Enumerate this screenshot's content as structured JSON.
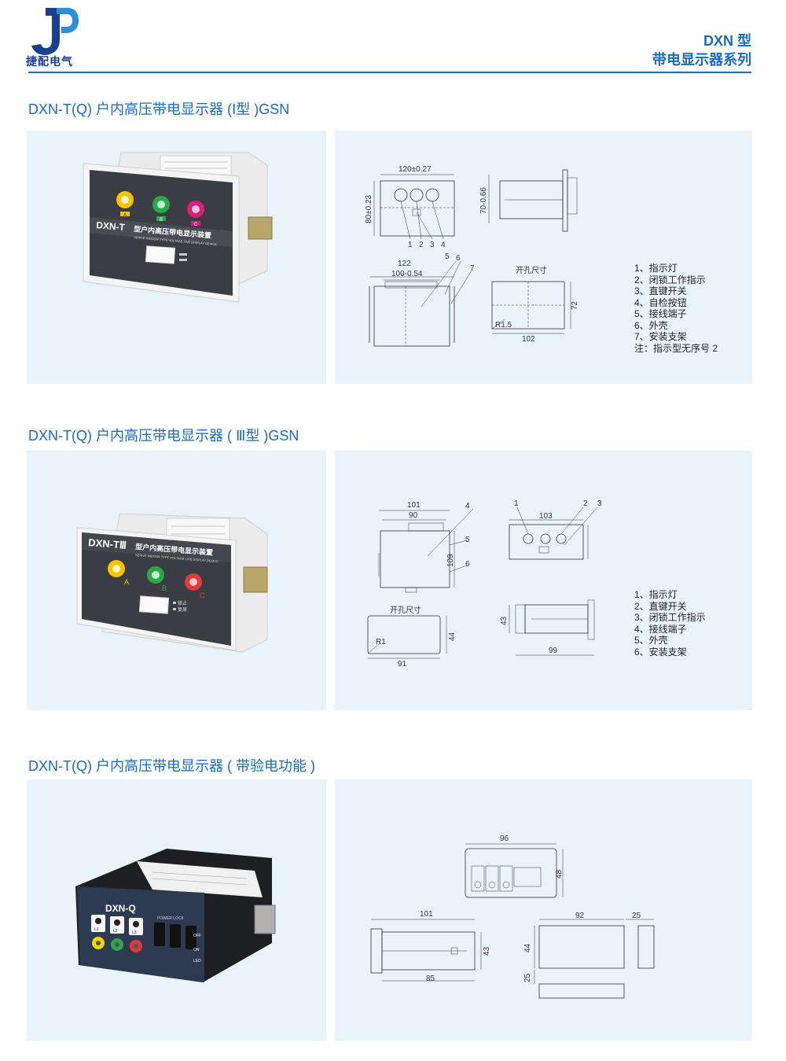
{
  "header": {
    "logo_text": "捷配电气",
    "series_line1": "DXN 型",
    "series_line2": "带电显示器系列"
  },
  "sections": [
    {
      "title": "DXN-T(Q) 户内高压带电显示器 (Ⅰ型 )GSN",
      "device": {
        "model": "DXN-T",
        "name_cn": "型户内高压带电显示装置",
        "name_en": "SERIVE INDOOR TYPE VOLTAGE LIVE DISPLAY DEVICE",
        "lamps": [
          "A",
          "B",
          "C"
        ]
      },
      "drawing": {
        "dims": [
          "120±0.27",
          "80±0.23",
          "70-0.66",
          "122",
          "100-0.54",
          "102",
          "72",
          "R1.5"
        ],
        "cutout_label": "开孔尺寸",
        "callouts": [
          "1",
          "2",
          "3",
          "4",
          "5",
          "6",
          "7"
        ]
      },
      "legend": [
        "1、指示灯",
        "2、闭锁工作指示",
        "3、直键开关",
        "4、自检按钮",
        "5、接线端子",
        "6、外壳",
        "7、安装支架",
        "注：指示型无序号 2"
      ]
    },
    {
      "title": "DXN-T(Q) 户内高压带电显示器 ( Ⅲ型 )GSN",
      "device": {
        "model": "DXN-TⅢ",
        "name_cn": "型户内高压带电显示装置",
        "name_en": "SERIVE INDOOR TYPE VOLTAGE LIVE DISPLAY DEVICE",
        "lamps": [
          "A",
          "B",
          "C"
        ],
        "switch_labels": [
          "锁止",
          "复原"
        ]
      },
      "drawing": {
        "dims": [
          "101",
          "90",
          "109",
          "103",
          "91",
          "44",
          "43",
          "99",
          "R1"
        ],
        "cutout_label": "开孔尺寸",
        "callouts": [
          "1",
          "2",
          "3",
          "4",
          "5",
          "6"
        ]
      },
      "legend": [
        "1、指示灯",
        "2、直键开关",
        "3、闭锁工作指示",
        "4、接线端子",
        "5、外壳",
        "6、安装支架"
      ]
    },
    {
      "title": "DXN-T(Q) 户内高压带电显示器 ( 带验电功能 )",
      "device": {
        "model": "DXN-Q",
        "phases": [
          "L1",
          "L2",
          "L3"
        ],
        "switch_head": "POWER   LOCK",
        "switch_states": [
          "OFF",
          "ON",
          "LED"
        ]
      },
      "drawing": {
        "dims": [
          "96",
          "48",
          "101",
          "43",
          "85",
          "92",
          "25",
          "44",
          "25"
        ]
      }
    }
  ],
  "colors": {
    "accent": "#1a6bbd",
    "panel": "#e9f3fb",
    "lamp_a": "#f2c500",
    "lamp_b": "#2aa84a",
    "lamp_c": "#d8207a",
    "lamp_c3": "#e23a3a"
  }
}
